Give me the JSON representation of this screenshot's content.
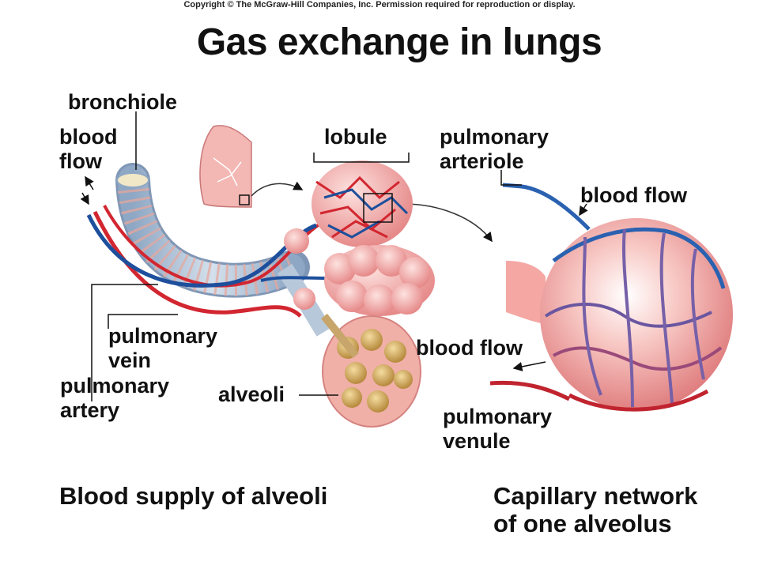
{
  "copyright": "Copyright © The McGraw-Hill Companies, Inc. Permission required for reproduction or display.",
  "title": "Gas exchange in lungs",
  "labels": {
    "bronchiole": "bronchiole",
    "blood_flow_left_1": "blood",
    "blood_flow_left_2": "flow",
    "lobule": "lobule",
    "pulmonary_arteriole_1": "pulmonary",
    "pulmonary_arteriole_2": "arteriole",
    "blood_flow_top_right": "blood flow",
    "blood_flow_mid_right": "blood flow",
    "pulmonary_vein_1": "pulmonary",
    "pulmonary_vein_2": "vein",
    "pulmonary_artery_1": "pulmonary",
    "pulmonary_artery_2": "artery",
    "alveoli": "alveoli",
    "pulmonary_venule_1": "pulmonary",
    "pulmonary_venule_2": "venule"
  },
  "captions": {
    "left": "Blood supply of alveoli",
    "right_1": "Capillary network",
    "right_2": "of one alveolus"
  },
  "colors": {
    "artery_red": "#d22630",
    "vein_blue": "#1d4f9c",
    "alveolus_pink": "#f4a7a3",
    "bronchiole_blue": "#a9bfd6"
  }
}
